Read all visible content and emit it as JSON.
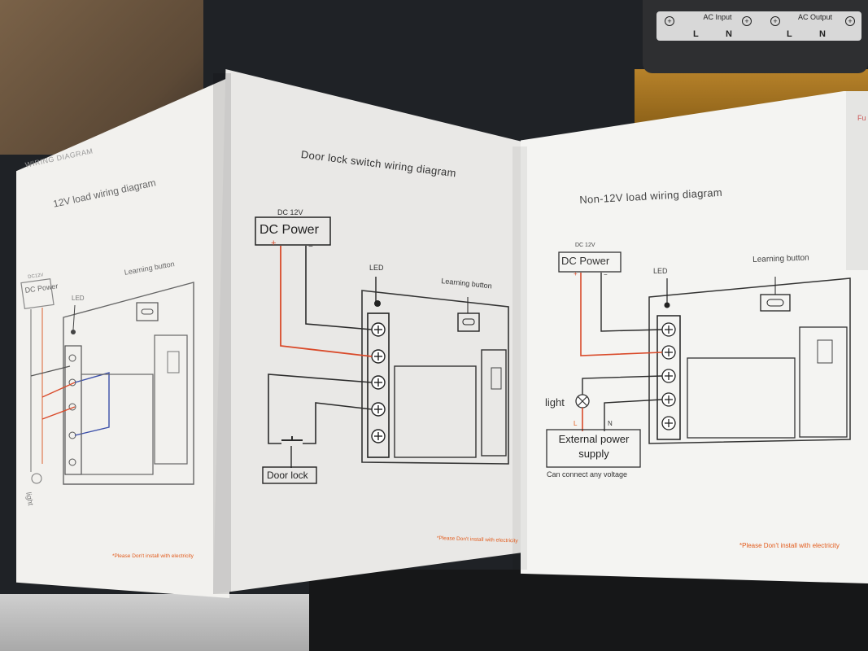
{
  "device": {
    "ac_input": "AC Input",
    "ac_output": "AC Output",
    "l": "L",
    "n": "N"
  },
  "left_panel": {
    "header": "WIRING DIAGRAM",
    "title": "12V load wiring diagram",
    "dc_power": "DC Power",
    "dc_voltage": "DC12V",
    "led": "LED",
    "learning_button": "Learning button",
    "light": "light",
    "warning": "*Please Don't install with electricity"
  },
  "middle_panel": {
    "title": "Door lock switch wiring diagram",
    "dc_voltage": "DC 12V",
    "dc_power": "DC Power",
    "plus": "+",
    "minus": "−",
    "led": "LED",
    "learning_button": "Learning button",
    "door_lock": "Door lock",
    "warning": "*Please Don't install with electricity"
  },
  "right_panel": {
    "title": "Non-12V load wiring diagram",
    "dc_voltage": "DC 12V",
    "dc_power": "DC Power",
    "plus": "+",
    "minus": "−",
    "led": "LED",
    "learning_button": "Learning button",
    "light": "light",
    "l": "L",
    "n": "N",
    "external_power": "External power supply",
    "can_connect": "Can connect any voltage",
    "warning": "*Please Don't install with electricity",
    "edge_text": "Fu"
  },
  "colors": {
    "wire_red": "#d94a2a",
    "wire_black": "#2b2b2b",
    "wire_blue": "#3b4fa8",
    "warning": "#e25b1c"
  }
}
